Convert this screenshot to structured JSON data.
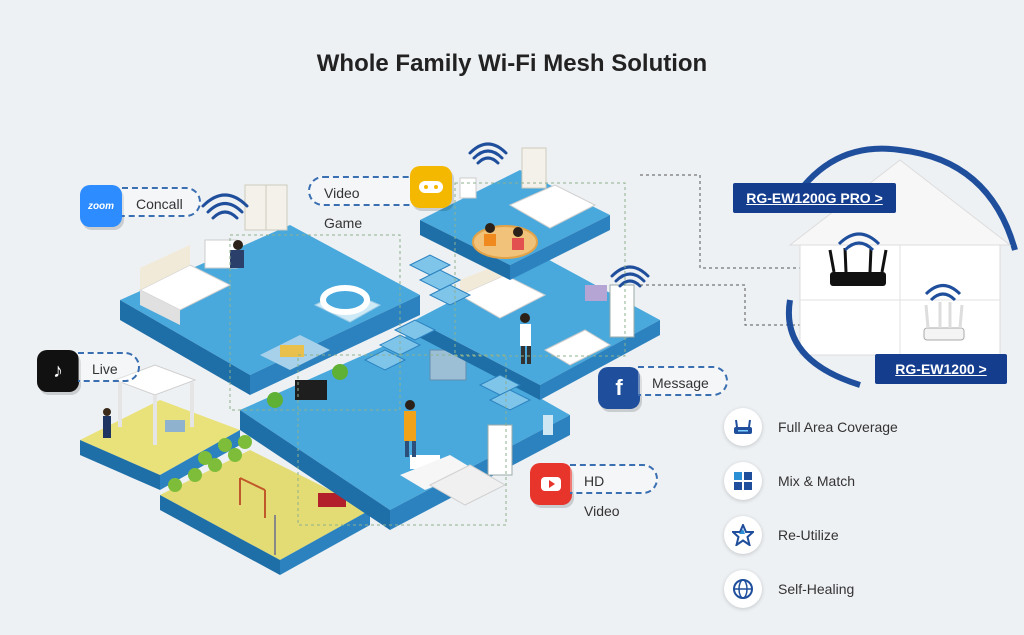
{
  "title": "Whole Family Wi-Fi Mesh Solution",
  "apps": {
    "concall": {
      "label": "Concall",
      "icon": "zoom-icon",
      "icon_text": "zoom",
      "color": "#2d8cff"
    },
    "video_game": {
      "label": "Video Game",
      "icon": "gamepad-icon",
      "color": "#f5b800"
    },
    "live": {
      "label": "Live",
      "icon": "tiktok-icon",
      "color": "#111111"
    },
    "message": {
      "label": "Message",
      "icon": "facebook-icon",
      "color": "#1f4f9c"
    },
    "hd_video": {
      "label": "HD Video",
      "icon": "youtube-icon",
      "color": "#e8352b"
    }
  },
  "products": {
    "pro": "RG-EW1200G PRO >",
    "standard": "RG-EW1200 >"
  },
  "features": [
    {
      "label": "Full Area Coverage",
      "icon": "router-icon"
    },
    {
      "label": "Mix & Match",
      "icon": "grid-icon"
    },
    {
      "label": "Re-Utilize",
      "icon": "star-icon"
    },
    {
      "label": "Self-Healing",
      "icon": "globe-icon"
    }
  ],
  "colors": {
    "brand": "#143d8e",
    "floor": "#4aa9dc",
    "accent_line": "#3a6fb2"
  }
}
